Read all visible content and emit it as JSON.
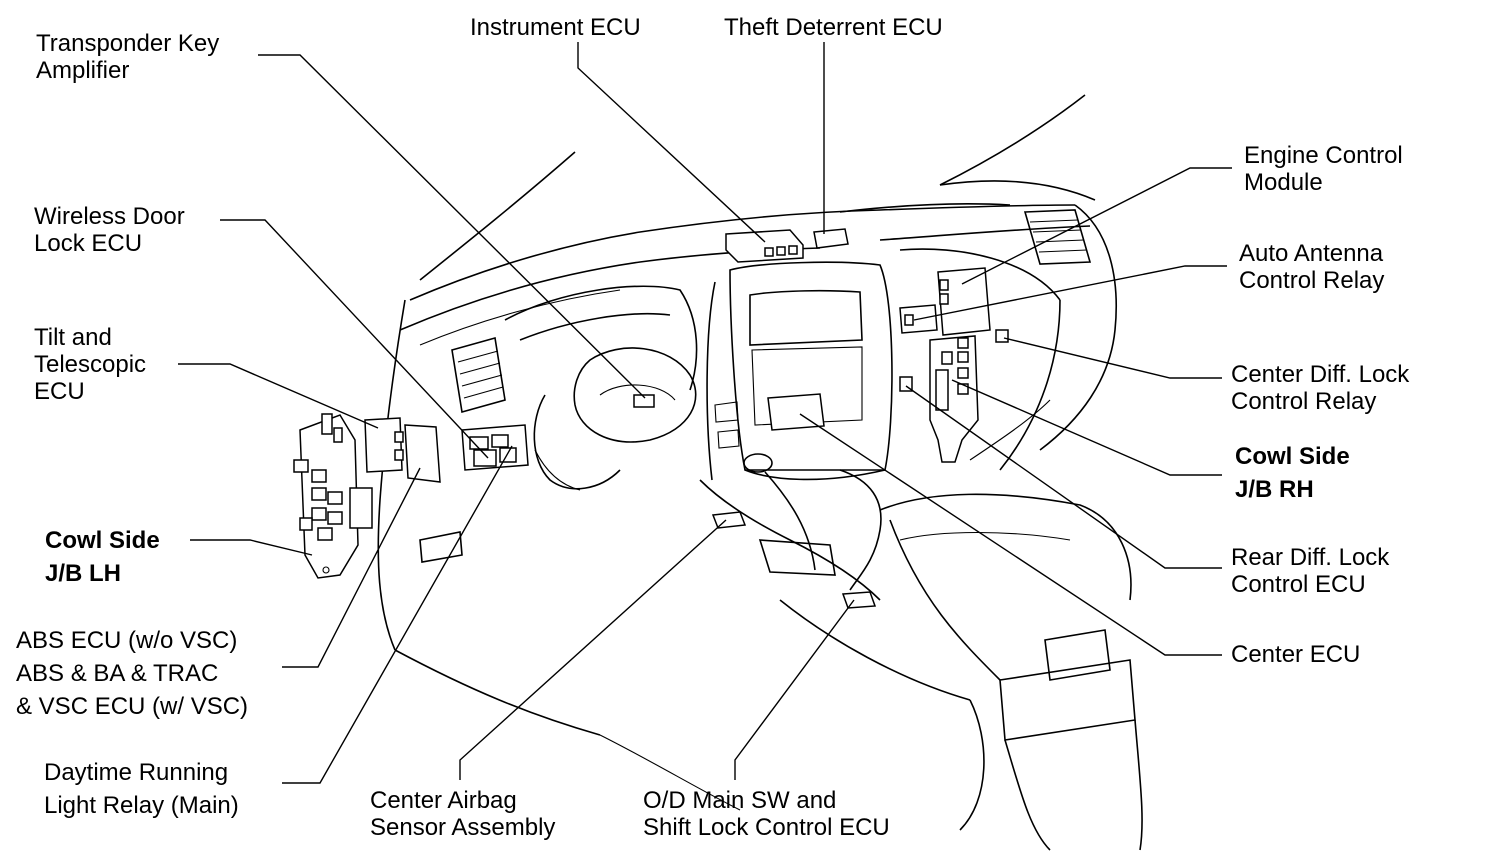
{
  "labels": {
    "transponder": [
      "Transponder Key",
      "Amplifier"
    ],
    "instrument_ecu": [
      "Instrument ECU"
    ],
    "theft_deterrent_ecu": [
      "Theft Deterrent ECU"
    ],
    "engine_control_module": [
      "Engine Control",
      "Module"
    ],
    "wireless_door_lock_ecu": [
      "Wireless Door",
      "Lock ECU"
    ],
    "auto_antenna_relay": [
      "Auto Antenna",
      "Control Relay"
    ],
    "tilt_telescopic_ecu": [
      "Tilt and",
      "Telescopic",
      "ECU"
    ],
    "center_diff_lock_relay": [
      "Center Diff. Lock",
      "Control Relay"
    ],
    "cowl_side_jb_rh": [
      "Cowl Side",
      "J/B RH"
    ],
    "cowl_side_jb_lh": [
      "Cowl Side",
      "J/B LH"
    ],
    "rear_diff_lock_ecu": [
      "Rear Diff. Lock",
      "Control ECU"
    ],
    "abs_ecu": [
      "ABS ECU (w/o VSC)",
      "ABS & BA & TRAC",
      "& VSC ECU (w/ VSC)"
    ],
    "center_ecu": [
      "Center ECU"
    ],
    "daytime_running_relay": [
      "Daytime Running",
      "Light Relay (Main)"
    ],
    "center_airbag_sensor": [
      "Center Airbag",
      "Sensor Assembly"
    ],
    "od_main_sw": [
      "O/D Main SW and",
      "Shift Lock Control ECU"
    ]
  }
}
